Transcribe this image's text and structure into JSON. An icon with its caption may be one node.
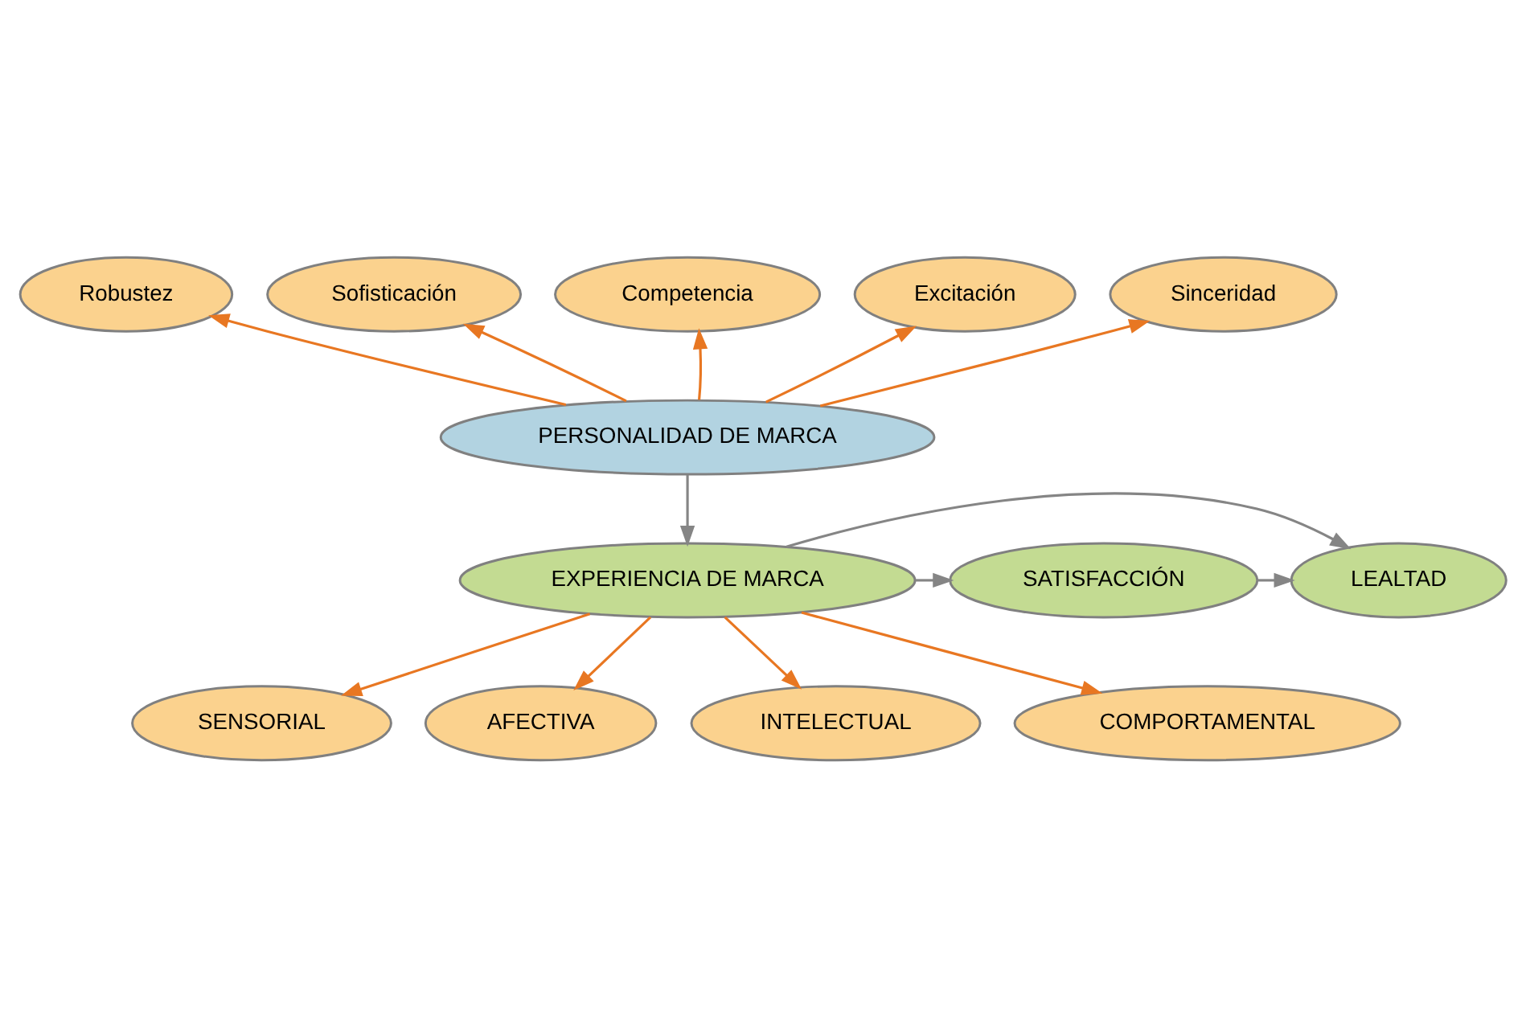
{
  "diagram": {
    "nodes": [
      {
        "text": [
          "Robustez"
        ]
      },
      {
        "text": [
          "Sofisticación"
        ]
      },
      {
        "text": [
          "Competencia"
        ]
      },
      {
        "text": [
          "Excitación"
        ]
      },
      {
        "text": [
          "Sinceridad"
        ]
      },
      {
        "text": [
          "PERSONALIDAD DE MARCA"
        ]
      },
      {
        "text": [
          "SENSORIAL"
        ]
      },
      {
        "text": [
          "AFECTIVA"
        ]
      },
      {
        "text": [
          "INTELECTUAL"
        ]
      },
      {
        "text": [
          "COMPORTAMENTAL"
        ]
      },
      {
        "text": [
          "EXPERIENCIA DE MARCA"
        ]
      },
      {
        "text": [
          "SATISFACCIÓN"
        ]
      },
      {
        "text": [
          "LEALTAD"
        ]
      }
    ],
    "edges": [
      {
        "from": 5,
        "to": 0,
        "arrow": "to"
      },
      {
        "from": 5,
        "to": 1,
        "arrow": "to"
      },
      {
        "from": 5,
        "to": 2,
        "arrow": "to"
      },
      {
        "from": 5,
        "to": 3,
        "arrow": "to"
      },
      {
        "from": 5,
        "to": 4,
        "arrow": "to"
      },
      {
        "from": 5,
        "to": 10,
        "arrow": "to",
        "color": "#858585"
      },
      {
        "from": 10,
        "to": 6,
        "arrow": "to"
      },
      {
        "from": 10,
        "to": 7,
        "arrow": "to"
      },
      {
        "from": 10,
        "to": 8,
        "arrow": "to"
      },
      {
        "from": 10,
        "to": 9,
        "arrow": "to"
      },
      {
        "from": 10,
        "to": 11,
        "arrow": "to",
        "color": "#858585"
      },
      {
        "from": 11,
        "to": 12,
        "arrow": "to",
        "color": "#858585"
      },
      {
        "from": 10,
        "to": 12,
        "arrow": "to",
        "color": "#858585"
      }
    ]
  }
}
